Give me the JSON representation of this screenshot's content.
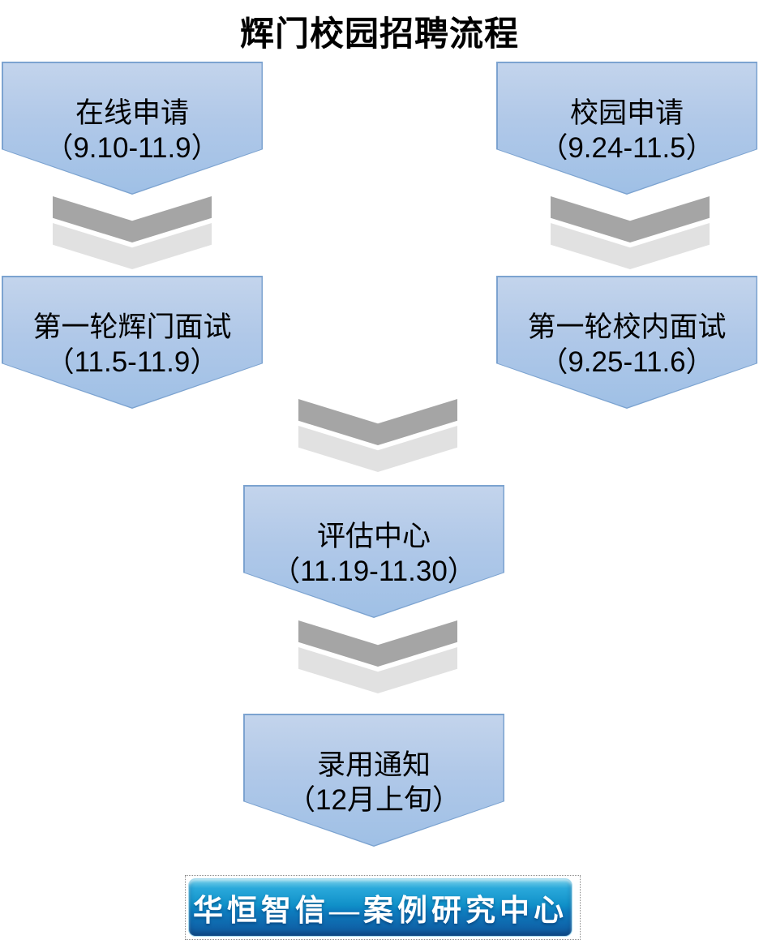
{
  "title": "辉门校园招聘流程",
  "steps": [
    {
      "label": "在线申请",
      "dates": "（9.10-11.9）"
    },
    {
      "label": "校园申请",
      "dates": "（9.24-11.5）"
    },
    {
      "label": "第一轮辉门面试",
      "dates": "（11.5-11.9）"
    },
    {
      "label": "第一轮校内面试",
      "dates": "（9.25-11.6）"
    },
    {
      "label": "评估中心",
      "dates": "（11.19-11.30）"
    },
    {
      "label": "录用通知",
      "dates": "（12月上旬）"
    }
  ],
  "footer": {
    "banner_label": "华恒智信—案例研究中心"
  },
  "colors": {
    "title_color": "#000000",
    "box_fill_top": "#c3d4ec",
    "box_fill_bottom": "#9fc0e6",
    "box_border": "#7ca3d0",
    "chevron_dark": "#a5a5a5",
    "chevron_light": "#e1e1e1",
    "banner_gradient_top": "#7ed2ea",
    "banner_gradient_bottom": "#115a9e",
    "banner_border": "#a8dcf0",
    "banner_text": "#ffffff"
  }
}
